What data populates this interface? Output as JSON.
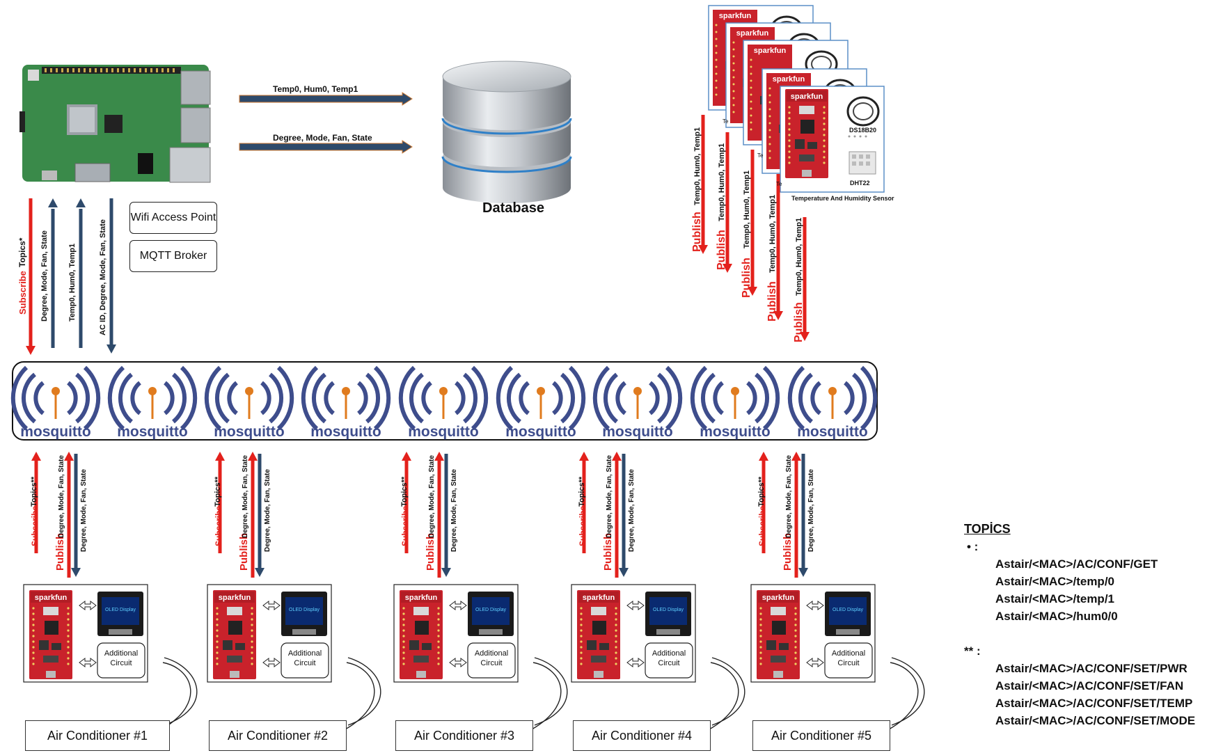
{
  "pi_boxes": {
    "wifi": "Wifi Access Point",
    "broker": "MQTT Broker"
  },
  "flows_to_db": [
    "Temp0, Hum0, Temp1",
    "Degree, Mode, Fan, State"
  ],
  "database_label": "Database",
  "pi_arrows": {
    "subscribe": "Subscribe",
    "topics": "Topics*",
    "dmfs": "Degree, Mode, Fan, State",
    "thm": "Temp0, Hum0, Temp1",
    "ac": "AC ID, Degree, Mode, Fan, State"
  },
  "sensor": {
    "publish": "Publish",
    "values": "Temp0, Hum0, Temp1",
    "brand": "sparkfun",
    "ds": "DS18B20",
    "dht": "DHT22",
    "caption": "Temperature And Humidity Sensor",
    "partial": "Te"
  },
  "broker_label": "mosquitto",
  "device_arrows": {
    "subscribe": "Subscribe",
    "topics": "Topics**",
    "publish": "Publish",
    "dmfs": "Degree, Mode, Fan, State"
  },
  "device": {
    "oled": "OLED Display",
    "circuit": "Additional Circuit",
    "brand": "sparkfun"
  },
  "acs": [
    "Air Conditioner #1",
    "Air Conditioner #2",
    "Air Conditioner #3",
    "Air Conditioner #4",
    "Air Conditioner #5"
  ],
  "topics": {
    "heading": "TOPİCS",
    "star_label": "•   :",
    "star": [
      "Astair/<MAC>/AC/CONF/GET",
      "Astair/<MAC>/temp/0",
      "Astair/<MAC>/temp/1",
      "Astair/<MAC>/hum0/0"
    ],
    "dstar_label": "** :",
    "dstar": [
      "Astair/<MAC>/AC/CONF/SET/PWR",
      "Astair/<MAC>/AC/CONF/SET/FAN",
      "Astair/<MAC>/AC/CONF/SET/TEMP",
      "Astair/<MAC>/AC/CONF/SET/MODE"
    ]
  },
  "colors": {
    "red": "#e3211c",
    "navy": "#2e4a6b",
    "orange": "#e07b1e",
    "mosq_blue": "#3e4d8c",
    "board_red": "#c9222b",
    "pcb_green": "#3a8a4a"
  }
}
